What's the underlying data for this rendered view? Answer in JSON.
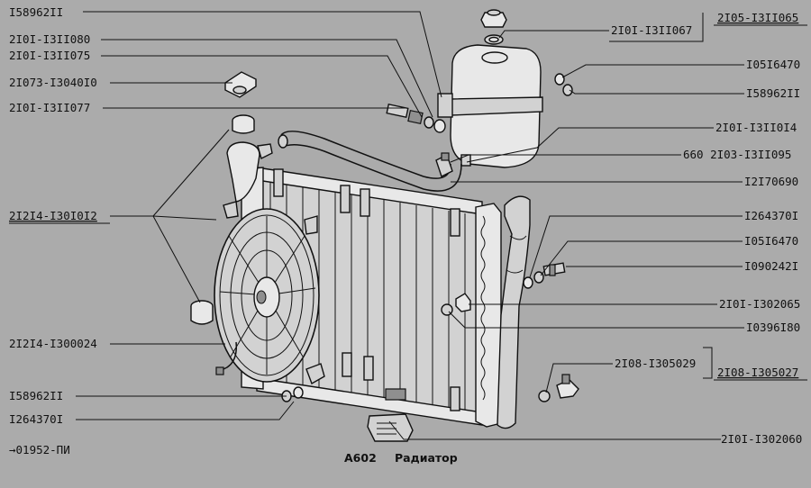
{
  "caption": {
    "code": "A602",
    "title": "Радиатор"
  },
  "ref_note": "→01952-ПИ",
  "callouts": {
    "l1": "I58962II",
    "l2": "2I0I-I3II080",
    "l3": "2I0I-I3II075",
    "l4": "2I073-I3040I0",
    "l5": "2I0I-I3II077",
    "l6": "2I2I4-I30I0I2",
    "l7": "2I2I4-I300024",
    "l8": "I58962II",
    "l9": "I264370I",
    "r1": "2I0I-I3II067",
    "r1b": "2I05-I3II065",
    "r2": "I05I6470",
    "r3": "I58962II",
    "r4": "2I0I-I3II0I4",
    "r5": "660 2I03-I3II095",
    "r6": "I2I70690",
    "r7": "I264370I",
    "r8": "I05I6470",
    "r9": "I090242I",
    "r10": "2I0I-I302065",
    "r11": "I0396I80",
    "r12": "2I08-I305029",
    "r12b": "2I08-I305027",
    "r13": "2I0I-I302060"
  },
  "icons": {
    "arrow": "arrow-right-icon"
  }
}
